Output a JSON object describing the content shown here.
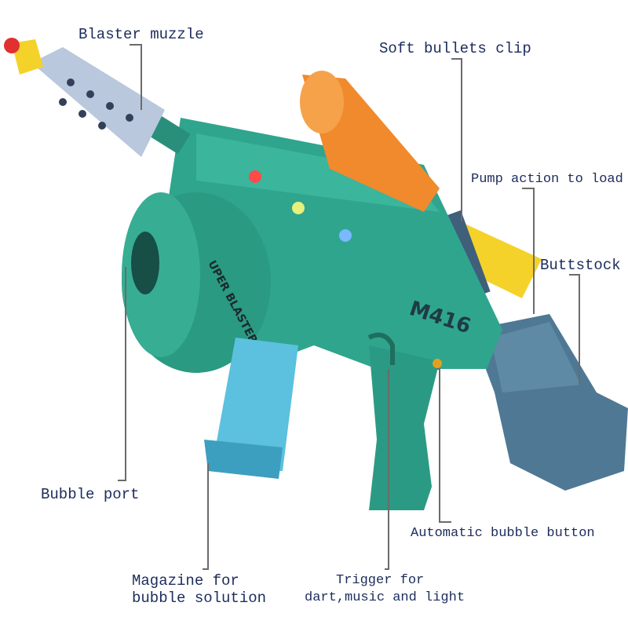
{
  "labels": {
    "blaster_muzzle": "Blaster muzzle",
    "soft_bullets_clip": "Soft bullets clip",
    "pump_action": "Pump action to load",
    "buttstock": "Buttstock",
    "bubble_port": "Bubble port",
    "automatic_bubble_button": "Automatic bubble button",
    "magazine_line1": "Magazine for",
    "magazine_line2": "bubble solution",
    "trigger_line1": "Trigger for",
    "trigger_line2": "dart,music and light"
  },
  "product": {
    "model_marking": "M416",
    "drum_marking": "UPER BLASTER"
  },
  "colors": {
    "body": "#2fa58e",
    "stock": "#4f7894",
    "scope": "#f08a2c",
    "darts": "#f4d22a",
    "magazine": "#5cc0df",
    "muzzle": "#b9c8dc",
    "label_text": "#1c2c5c",
    "leader_line": "#6b6b6b"
  }
}
